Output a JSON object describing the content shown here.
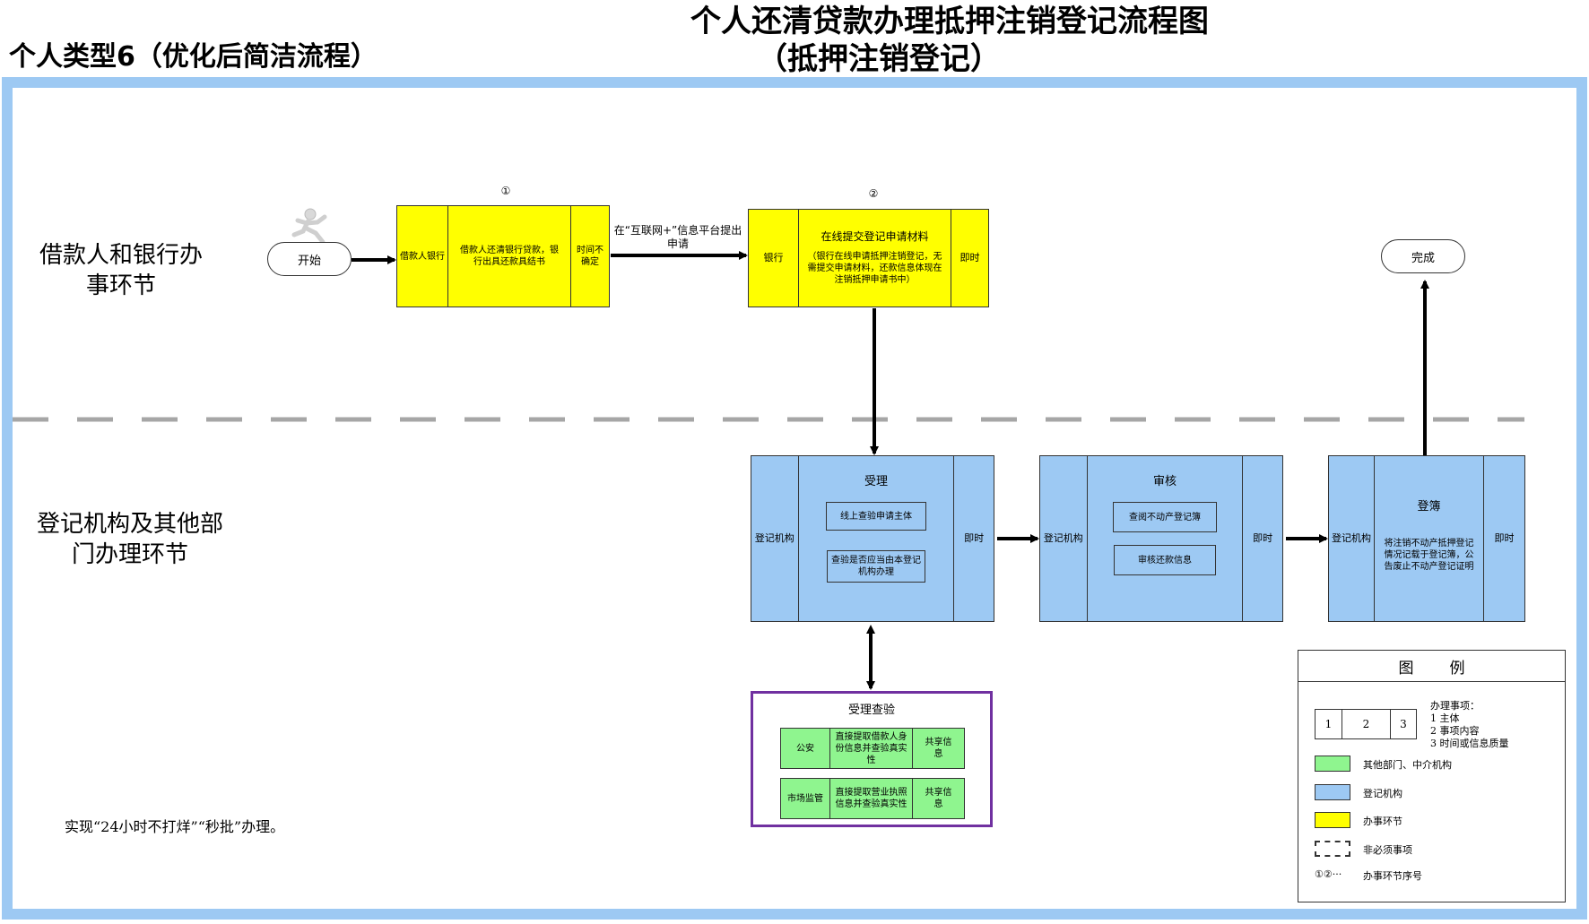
{
  "header": {
    "page_title": "个人类型6（优化后简洁流程）",
    "main_title": "个人还清贷款办理抵押注销登记流程图",
    "sub_title": "（抵押注销登记）"
  },
  "lanes": {
    "top": "借款人和银行办事环节",
    "bottom": "登记机构及其他部门办理环节"
  },
  "flow": {
    "start": "开始",
    "finish": "完成",
    "step1": {
      "number": "①",
      "subject": "借款人银行",
      "content": "借款人还清银行贷款，银行出具还款具结书",
      "time": "时间不确定"
    },
    "edge1_label": "在“互联网+”信息平台提出申请",
    "step2": {
      "number": "②",
      "subject": "银行",
      "title": "在线提交登记申请材料",
      "content": "（银行在线申请抵押注销登记，无需提交申请材料，还款信息体现在注销抵押申请书中）",
      "time": "即时"
    },
    "accept": {
      "subject": "登记机构",
      "title": "受理",
      "items": [
        "线上查验申请主体",
        "查验是否应当由本登记机构办理"
      ],
      "time": "即时"
    },
    "review": {
      "subject": "登记机构",
      "title": "审核",
      "items": [
        "查阅不动产登记簿",
        "审核还款信息"
      ],
      "time": "即时"
    },
    "register": {
      "subject": "登记机构",
      "title": "登簿",
      "content": "将注销不动产抵押登记情况记载于登记簿，公告废止不动产登记证明",
      "time": "即时"
    },
    "verify": {
      "title": "受理查验",
      "rows": [
        {
          "subject": "公安",
          "content": "直接提取借款人身份信息并查验真实性",
          "time": "共享信息"
        },
        {
          "subject": "市场监管",
          "content": "直接提取营业执照信息并查验真实性",
          "time": "共享信息"
        }
      ]
    }
  },
  "note": "实现“24小时不打烊”“秒批”办理。",
  "legend": {
    "title": "图例",
    "box_cells": [
      "1",
      "2",
      "3"
    ],
    "box_desc_title": "办理事项：",
    "box_desc": [
      "1 主体",
      "2 事项内容",
      "3 时间或信息质量"
    ],
    "items": [
      {
        "label": "其他部门、中介机构",
        "color": "#8ff58f"
      },
      {
        "label": "登记机构",
        "color": "#9dc9f3"
      },
      {
        "label": "办事环节",
        "color": "#ffff00"
      },
      {
        "label": "非必须事项",
        "color": ""
      },
      {
        "label": "办事环节序号",
        "color": ""
      }
    ],
    "seq_symbols": "①②···"
  }
}
